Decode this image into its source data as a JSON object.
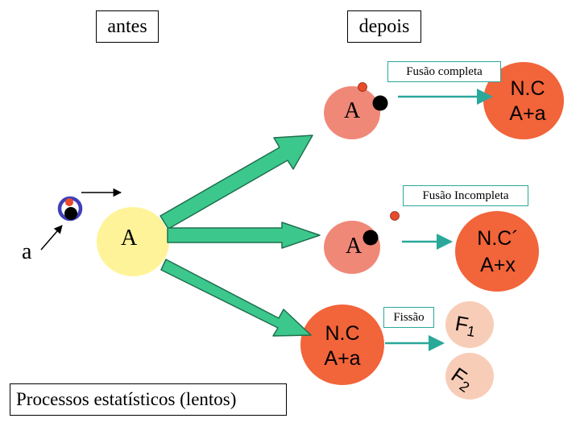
{
  "header": {
    "before": "antes",
    "after": "depois"
  },
  "process_labels": {
    "complete_fusion": "Fusão completa",
    "incomplete_fusion": "Fusão Incompleta",
    "fission": "Fissão"
  },
  "nuclei": {
    "projectile": "a",
    "target_center": "A",
    "top_target": "A",
    "mid_target": "A",
    "compound_top_line1": "N.C",
    "compound_top_line2": "A+a",
    "compound_mid_line1": "N.C´",
    "compound_mid_line2": "A+x",
    "compound_fission_line1": "N.C",
    "compound_fission_line2": "A+a",
    "fragment1_letter": "F",
    "fragment1_sub": "1",
    "fragment2_letter": "F",
    "fragment2_sub": "2"
  },
  "footer": {
    "caption": "Processos estatísticos (lentos)"
  },
  "colors": {
    "green_arrow": "#3cc88c",
    "green_arrow_dark": "#1f6f4e",
    "teal_arrow": "#2aa89a",
    "nucleus_yellow": "#fff399",
    "nucleus_salmon": "#f08878",
    "nucleus_orange": "#f2643a",
    "fragment": "#f8cdb8",
    "small_red": "#e84a2c",
    "projectile_ring": "#3f3fb8"
  }
}
